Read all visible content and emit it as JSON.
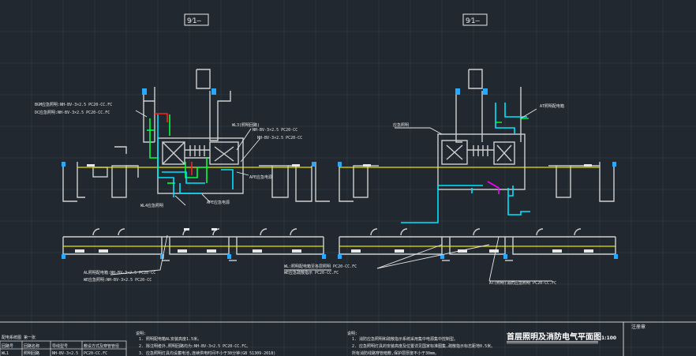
{
  "drawing": {
    "axis_tags": {
      "left": "9⁄1—",
      "right": "9⁄1—"
    },
    "title": "首层照明及消防电气平面图",
    "scale": "1:100",
    "title_block_label": "注册章"
  },
  "annotations": {
    "left_top_line1": "BGM应急照明:NH-BV-3×2.5 PC20-CC.FC",
    "left_top_line2": "DC应急照明:NH-BV-3×2.5 PC20-CC.FC",
    "left_mid_1": "WL3(照明回路)",
    "left_mid_2": "NH-BV-3×2.5 PC20-CC",
    "left_mid_3": "NH-BV-3×2.5 PC20-CC",
    "left_lower_1": "APE应急电源",
    "left_lower_2": "WL4应急照明",
    "left_bottom_1": "AL照明配电箱:NH-BV-3×2.5 PC20-CC",
    "left_bottom_2": "WE应急照明:NH-BV-3×2.5 PC20-CC",
    "center_bottom_1": "WL:照明配电箱至各层照明 PC20-CC.FC",
    "center_bottom_2": "WE应急疏散指示 PC20-CC.FC",
    "right_top_1": "AT照明配电箱",
    "right_top_2": "应急照明",
    "right_bottom_1": "AT(照明)消防应急照明 PC20-CC.FC"
  },
  "bottom_table": {
    "title": "配电系统图 第一张",
    "headers": [
      "回路号",
      "回路名称",
      "导线型号",
      "敷设方式及穿管管径"
    ],
    "row": [
      "WL1",
      "照明回路",
      "NH-BV-3×2.5",
      "PC20-CC.FC"
    ]
  },
  "notes_left": {
    "heading": "说明:",
    "items": [
      "1. 照明配电箱AL安装高度1.5米。",
      "2. 除注明者外,照明回路均为:NH-BV-3×2.5 PC20-CC.FC。",
      "3. 应急照明灯具均设蓄电池,连续供电时间不小于30分钟(GB 51309-2018)"
    ]
  },
  "notes_right": {
    "heading": "说明:",
    "items": [
      "1. 消防应急照明和疏散指示系统采用集中电源集中控制型。",
      "2. 应急照明灯具的安装高度及位置详见国家标准图集,疏散指示标志距地0.5米。",
      "   所有消防线路穿管暗敷,保护层厚度不小于30mm。"
    ]
  },
  "colors": {
    "background": "#212830",
    "wall": "#d0d0d0",
    "cyan_circuit": "#00e5ff",
    "green_circuit": "#00ff3c",
    "red_circuit": "#ff2020",
    "magenta_circuit": "#ff00ff",
    "yellow_line": "#e8e000",
    "blue_fixture": "#2aa8ff"
  }
}
